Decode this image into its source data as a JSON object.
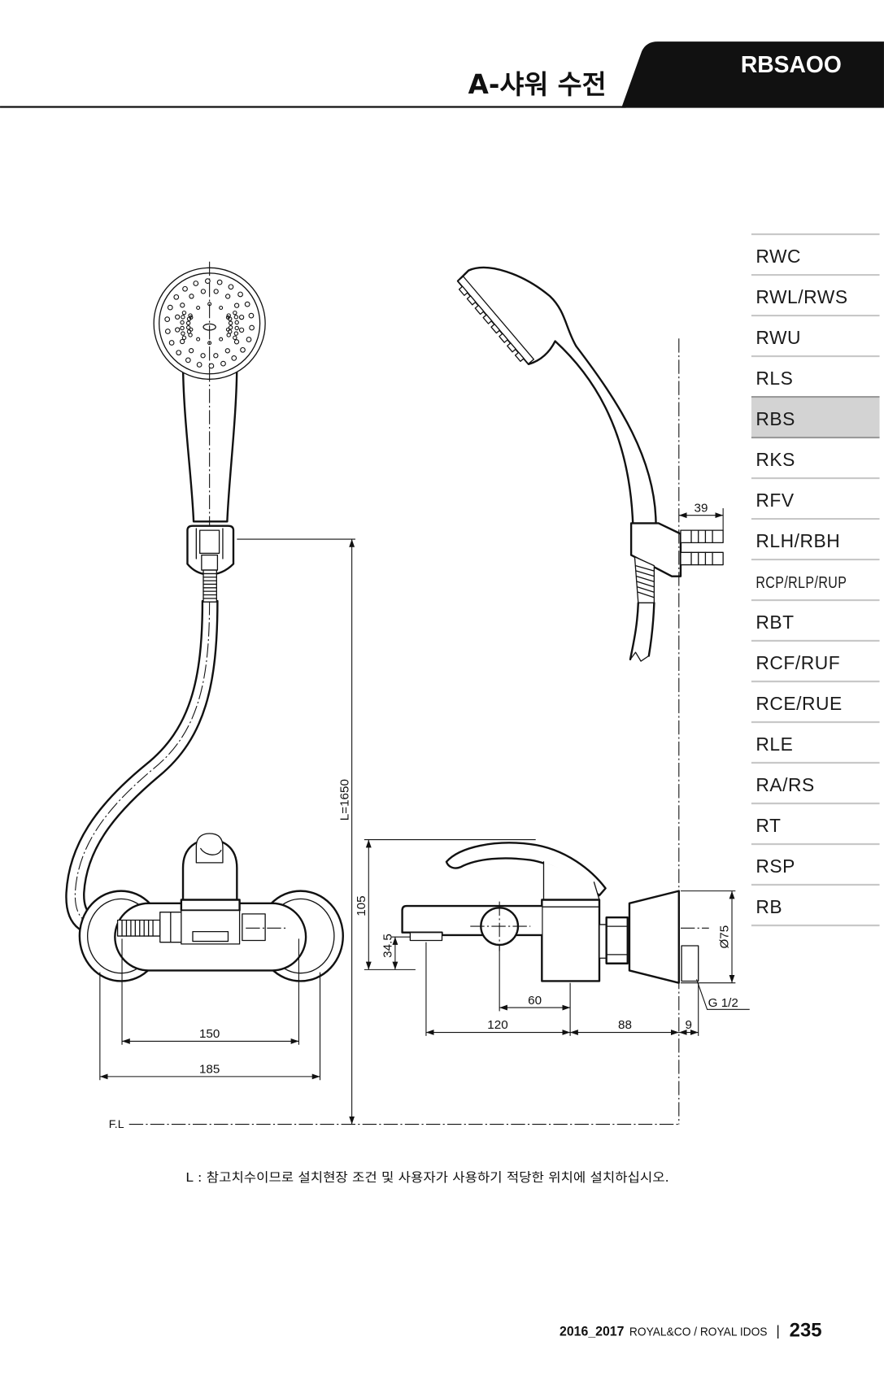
{
  "header": {
    "title": "A-샤워 수전",
    "code": "RBSAOO"
  },
  "side_index": {
    "active": "RBS",
    "active_bg": "#d3d3d3",
    "items": [
      "RWC",
      "RWL/RWS",
      "RWU",
      "RLS",
      "RBS",
      "RKS",
      "RFV",
      "RLH/RBH",
      "RCP/RLP/RUP",
      "RBT",
      "RCF/RUF",
      "RCE/RUE",
      "RLE",
      "RA/RS",
      "RT",
      "RSP",
      "RB"
    ]
  },
  "drawing": {
    "dimensions": {
      "front_inner_width": "150",
      "front_outer_width": "185",
      "height_L": "L=1650",
      "lever_height": "105",
      "spout_height": "34.5",
      "knob_offset": "60",
      "spout_reach": "120",
      "body_depth": "88",
      "pipe_offset": "9",
      "bracket_depth": "39",
      "flange_diameter": "Ø75",
      "thread": "G 1/2",
      "floor_level": "F.L"
    }
  },
  "note": "L : 참고치수이므로 설치현장 조건 및 사용자가 사용하기 적당한 위치에 설치하십시오.",
  "footer": {
    "years": "2016_2017",
    "brand": "ROYAL&CO / ROYAL IDOS",
    "separator": "|",
    "page": "235"
  }
}
